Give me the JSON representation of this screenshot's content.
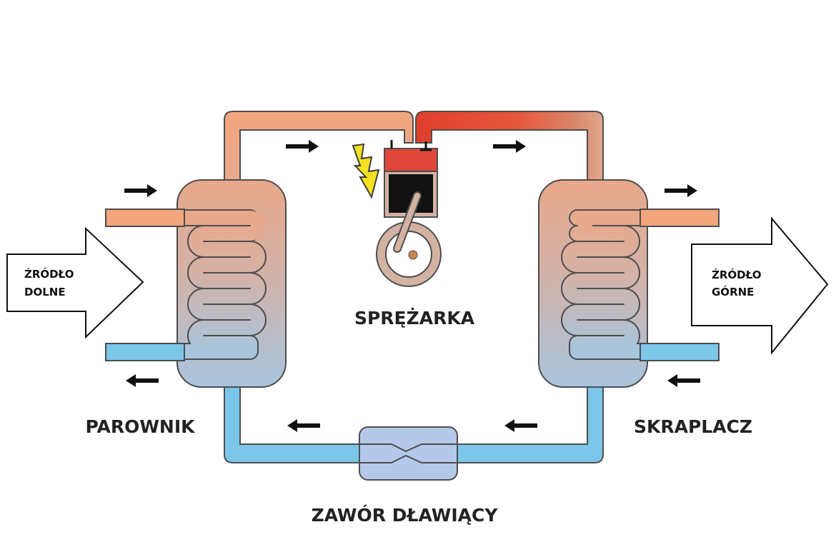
{
  "labels": {
    "evaporator": "PAROWNIK",
    "condenser": "SKRAPLACZ",
    "compressor": "SPRĘŻARKA",
    "expansion_valve": "ZAWÓR DŁAWIĄCY",
    "lower_source_line1": "ŹRÓDŁO",
    "lower_source_line2": "DOLNE",
    "upper_source_line1": "ŹRÓDŁO",
    "upper_source_line2": "GÓRNE"
  },
  "colors": {
    "cold_pipe": "#7cc6ea",
    "warm_pipe": "#f3a57d",
    "hot_pipe": "#e24a35",
    "tank_top": "#e8a98a",
    "tank_bottom": "#a9c4dd",
    "pipe_outline": "#4d4d4d",
    "valve": "#b4c9ea",
    "bolt": "#f5e11f",
    "arrow": "#111111"
  }
}
